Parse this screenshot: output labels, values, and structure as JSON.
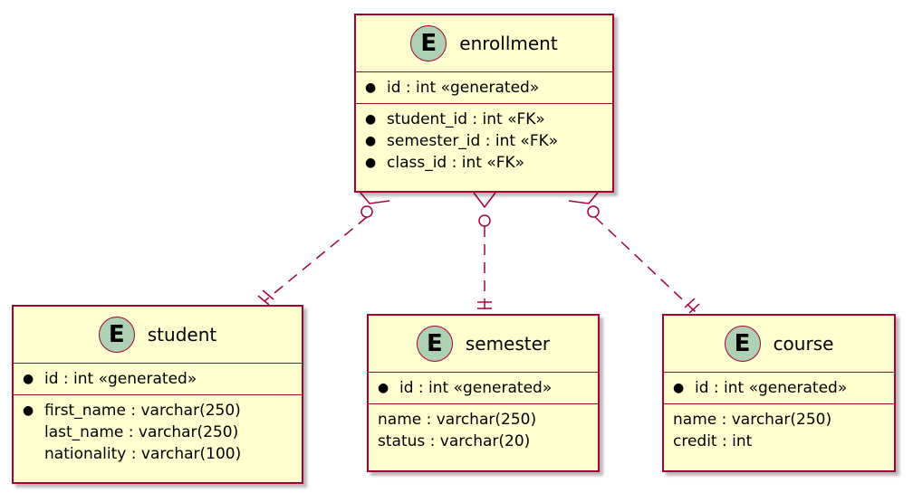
{
  "entities": {
    "enrollment": {
      "name": "enrollment",
      "badge": "E",
      "key_fields": [
        {
          "text": "id : int «generated»"
        }
      ],
      "fields": [
        {
          "text": "student_id : int «FK»"
        },
        {
          "text": "semester_id : int «FK»"
        },
        {
          "text": "class_id : int «FK»"
        }
      ]
    },
    "student": {
      "name": "student",
      "badge": "E",
      "key_fields": [
        {
          "text": "id : int «generated»"
        }
      ],
      "fields": [
        {
          "text": "first_name : varchar(250)"
        },
        {
          "text": "last_name : varchar(250)"
        },
        {
          "text": "nationality : varchar(100)"
        }
      ]
    },
    "semester": {
      "name": "semester",
      "badge": "E",
      "key_fields": [
        {
          "text": "id : int «generated»"
        }
      ],
      "fields": [
        {
          "text": "name : varchar(250)"
        },
        {
          "text": "status : varchar(20)"
        }
      ]
    },
    "course": {
      "name": "course",
      "badge": "E",
      "key_fields": [
        {
          "text": "id : int «generated»"
        }
      ],
      "fields": [
        {
          "text": "name : varchar(250)"
        },
        {
          "text": "credit : int"
        }
      ]
    }
  },
  "relations": [
    {
      "from": "enrollment",
      "to": "student",
      "from_cardinality": "zero-or-many",
      "to_cardinality": "exactly-one"
    },
    {
      "from": "enrollment",
      "to": "semester",
      "from_cardinality": "zero-or-many",
      "to_cardinality": "exactly-one"
    },
    {
      "from": "enrollment",
      "to": "course",
      "from_cardinality": "zero-or-many",
      "to_cardinality": "exactly-one"
    }
  ],
  "colors": {
    "entity_fill": "#fefece",
    "entity_border": "#a80036",
    "badge_fill": "#add1b2",
    "relation_line": "#a80036"
  }
}
